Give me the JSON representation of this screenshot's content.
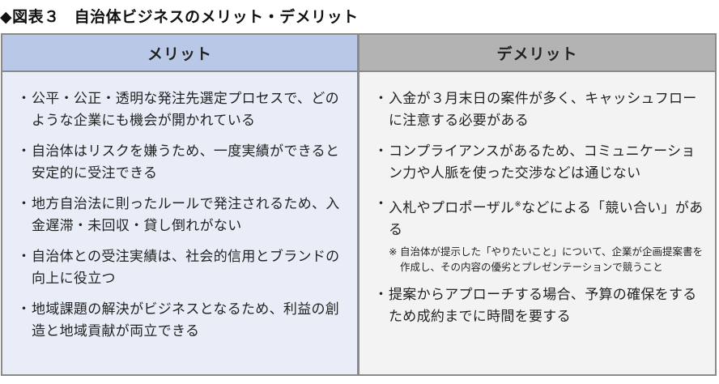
{
  "figure": {
    "marker": "◆",
    "label": "図表３",
    "title": "自治体ビジネスのメリット・デメリット"
  },
  "table": {
    "columns": [
      {
        "header": "メリット",
        "header_color": "#b8c8e6",
        "body_color": "#e8edf8",
        "items": [
          {
            "bullet": "・",
            "text": "公平・公正・透明な発注先選定プロセスで、どのような企業にも機会が開かれている"
          },
          {
            "bullet": "・",
            "text": "自治体はリスクを嫌うため、一度実績ができると安定的に受注できる"
          },
          {
            "bullet": "・",
            "text": "地方自治法に則ったルールで発注されるため、入金遅滞・未回収・貸し倒れがない"
          },
          {
            "bullet": "・",
            "text": "自治体との受注実績は、社会的信用とブランドの向上に役立つ"
          },
          {
            "bullet": "・",
            "text": "地域課題の解決がビジネスとなるため、利益の創造と地域貢献が両立できる"
          }
        ]
      },
      {
        "header": "デメリット",
        "header_color": "#b3b3b3",
        "body_color": "#f3f3f3",
        "items": [
          {
            "bullet": "・",
            "text": "入金が３月末日の案件が多く、キャッシュフローに注意する必要がある"
          },
          {
            "bullet": "・",
            "text": "コンプライアンスがあるため、コミュニケーション力や人脈を使った交渉などは通じない"
          },
          {
            "bullet": "・",
            "text_before": "入札やプロポーザル",
            "asterisk": "※",
            "text_after": "などによる「競い合い」がある",
            "note": {
              "mark": "※",
              "text": "自治体が提示した「やりたいこと」について、企業が企画提案書を作成し、その内容の優劣とプレゼンテーションで競うこと"
            }
          },
          {
            "bullet": "・",
            "text": "提案からアプローチする場合、予算の確保をするため成約までに時間を要する"
          }
        ]
      }
    ],
    "border_color": "#8a8a8a"
  }
}
